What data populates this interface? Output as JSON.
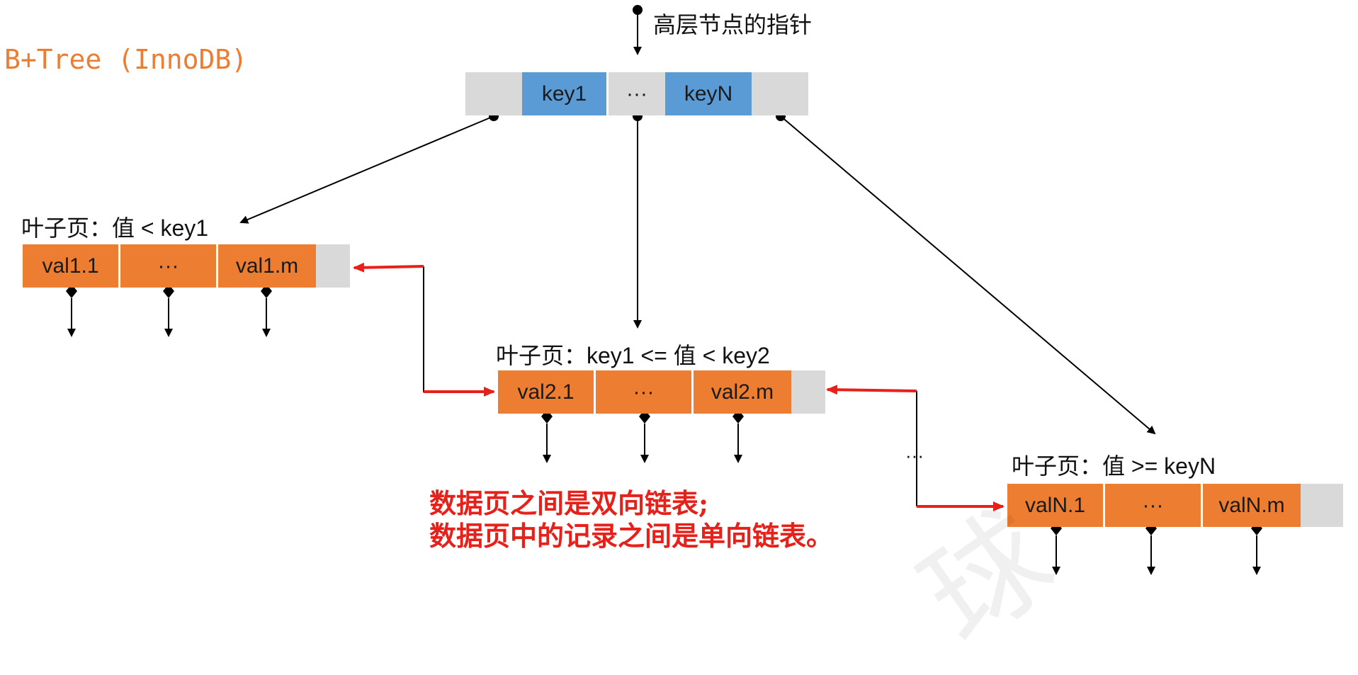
{
  "diagram": {
    "title": "B+Tree (InnoDB)",
    "top_pointer_label": "高层节点的指针",
    "internal_node": {
      "keys": [
        "key1",
        "···",
        "keyN"
      ]
    },
    "leaf_pages": [
      {
        "label": "叶子页：值 < key1",
        "values": [
          "val1.1",
          "···",
          "val1.m"
        ]
      },
      {
        "label": "叶子页：key1 <= 值 < key2",
        "values": [
          "val2.1",
          "···",
          "val2.m"
        ]
      },
      {
        "label": "叶子页：值 >= keyN",
        "values": [
          "valN.1",
          "···",
          "valN.m"
        ]
      }
    ],
    "ellipsis_between_pages": "···",
    "note_line1": "数据页之间是双向链表;",
    "note_line2": "数据页中的记录之间是单向链表。",
    "colors": {
      "key_cell": "#5b9bd5",
      "value_cell": "#ed7d31",
      "pointer_cell": "#d9d9d9",
      "link_arrow": "#e8201a",
      "title": "#ed7d31"
    }
  }
}
